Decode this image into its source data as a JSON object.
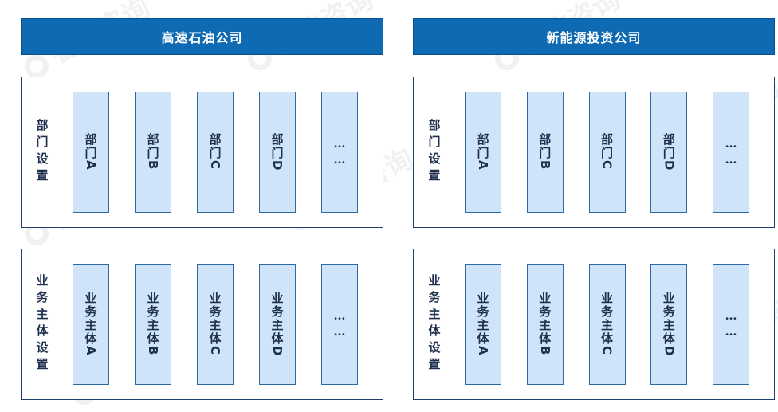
{
  "companies": [
    {
      "name": "高速石油公司",
      "department_label": "部门设置",
      "departments": [
        {
          "prefix": "部门",
          "letter": "A"
        },
        {
          "prefix": "部门",
          "letter": "B"
        },
        {
          "prefix": "部门",
          "letter": "C"
        },
        {
          "prefix": "部门",
          "letter": "D"
        },
        {
          "prefix": "……",
          "letter": ""
        }
      ],
      "entity_label": "业务主体设置",
      "entities": [
        {
          "prefix": "业务主体",
          "letter": "A"
        },
        {
          "prefix": "业务主体",
          "letter": "B"
        },
        {
          "prefix": "业务主体",
          "letter": "C"
        },
        {
          "prefix": "业务主体",
          "letter": "D"
        },
        {
          "prefix": "……",
          "letter": ""
        }
      ]
    },
    {
      "name": "新能源投资公司",
      "department_label": "部门设置",
      "departments": [
        {
          "prefix": "部门",
          "letter": "A"
        },
        {
          "prefix": "部门",
          "letter": "B"
        },
        {
          "prefix": "部门",
          "letter": "C"
        },
        {
          "prefix": "部门",
          "letter": "D"
        },
        {
          "prefix": "……",
          "letter": ""
        }
      ],
      "entity_label": "业务主体设置",
      "entities": [
        {
          "prefix": "业务主体",
          "letter": "A"
        },
        {
          "prefix": "业务主体",
          "letter": "B"
        },
        {
          "prefix": "业务主体",
          "letter": "C"
        },
        {
          "prefix": "业务主体",
          "letter": "D"
        },
        {
          "prefix": "……",
          "letter": ""
        }
      ]
    }
  ],
  "watermark": {
    "text": "睿信咨询"
  },
  "colors": {
    "header": "#0f6ab4",
    "item_fill": "#cfe4f8",
    "border": "#1f3f6e"
  }
}
